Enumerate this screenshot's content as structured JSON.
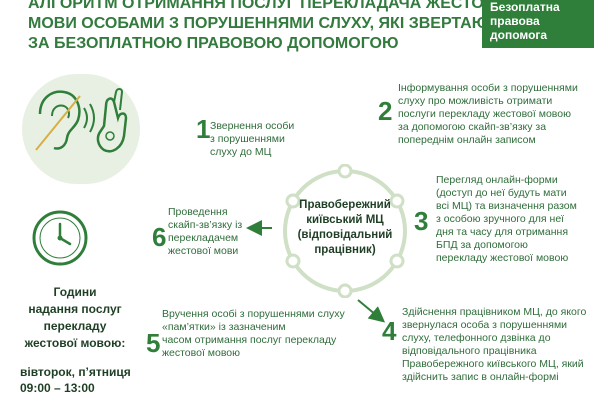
{
  "header": {
    "title_lines": [
      "Алгоритм отримання послуг перекладача жестової",
      "мови особами з порушеннями слуху, які звертаються",
      "за безоплатною правовою допомогою"
    ],
    "logo_lines": [
      "Безоплатна",
      "правова",
      "допомога"
    ]
  },
  "left": {
    "illustration": "deaf-sign-language-icon",
    "clock": "clock-icon",
    "hours_title_lines": [
      "Години",
      "надання послуг",
      "перекладу",
      "жестової мовою:"
    ],
    "hours_days_lines": [
      "вівторок, п’ятниця",
      "09:00 – 13:00"
    ]
  },
  "center": {
    "lines": [
      "Правобережний",
      "київський МЦ",
      "(відповідальний",
      "працівник)"
    ]
  },
  "steps": [
    {
      "number": "1",
      "lines": [
        "Звернення особи",
        "з порушеннями",
        "слуху до МЦ"
      ]
    },
    {
      "number": "2",
      "lines": [
        "Інформування особи з порушеннями",
        "слуху про можливість отримати",
        "послуги перекладу жестової мовою",
        "за допомогою скайп-зв’язку за",
        "попереднім онлайн записом"
      ]
    },
    {
      "number": "3",
      "lines": [
        "Перегляд онлайн-форми",
        "(доступ до неї будуть мати",
        "всі МЦ) та визначення разом",
        "з особою зручного для неї",
        "дня та часу для отримання",
        "БПД за допомогою",
        "перекладу жестової мовою"
      ]
    },
    {
      "number": "4",
      "lines": [
        "Здійснення працівником МЦ, до якого",
        "звернулася особа з порушеннями",
        "слуху, телефонного дзвінка до",
        "відповідального працівника",
        "Правобережного київського МЦ, який",
        "здійснить запис в онлайн-формі"
      ]
    },
    {
      "number": "5",
      "lines": [
        "Вручення особі з порушеннями слуху",
        "«пам’ятки» із зазначеним",
        "часом отримання послуг перекладу",
        "жестової мовою"
      ]
    },
    {
      "number": "6",
      "lines": [
        "Проведення",
        "скайп-зв’язку із",
        "перекладачем",
        "жестової мови"
      ]
    }
  ],
  "colors": {
    "brand_green": "#2f7e3a",
    "light_green": "#e8f0e3",
    "circle_stroke": "#cfe0c6",
    "arrow": "#2f7e3a",
    "dark_text": "#1f3f25"
  }
}
